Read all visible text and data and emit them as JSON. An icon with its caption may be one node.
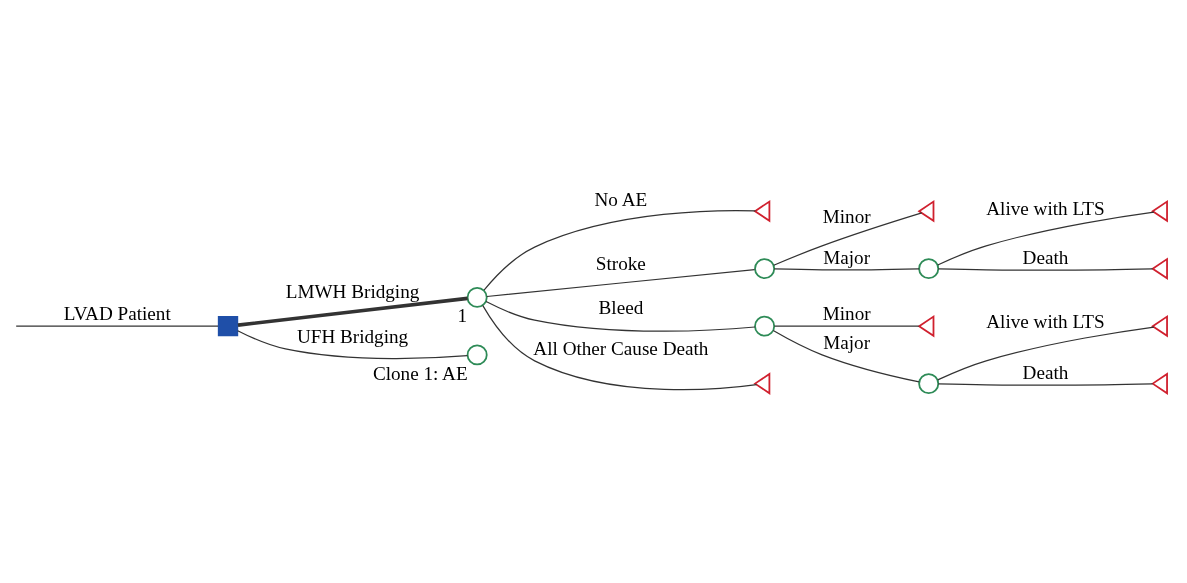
{
  "diagram": {
    "nodes": [
      {
        "text": [],
        "shape": "box"
      },
      {
        "text": [],
        "shape": "circle",
        "beside": [
          "1"
        ]
      },
      {
        "text": [],
        "shape": "triangle"
      },
      {
        "text": [],
        "shape": "circle"
      },
      {
        "text": [],
        "shape": "triangle"
      },
      {
        "text": [],
        "shape": "circle"
      },
      {
        "text": [],
        "shape": "triangle"
      },
      {
        "text": [],
        "shape": "triangle"
      },
      {
        "text": [],
        "shape": "circle"
      },
      {
        "text": [],
        "shape": "triangle"
      },
      {
        "text": [],
        "shape": "circle"
      },
      {
        "text": [],
        "shape": "triangle"
      },
      {
        "text": [],
        "shape": "triangle"
      },
      {
        "text": [],
        "shape": "triangle"
      },
      {
        "text": [],
        "shape": "circle",
        "beside": [
          "Clone 1: AE"
        ]
      }
    ],
    "edges": [
      {
        "from": null,
        "to": 0,
        "arrow": "none",
        "label": "LVAD Patient"
      },
      {
        "from": 0,
        "to": 1,
        "arrow": "none",
        "label": "LMWH Bridging",
        "style": "thick"
      },
      {
        "from": 1,
        "to": 2,
        "arrow": "none",
        "label": "No AE"
      },
      {
        "from": 1,
        "to": 3,
        "arrow": "none",
        "label": "Stroke"
      },
      {
        "from": 3,
        "to": 4,
        "arrow": "none",
        "label": "Minor"
      },
      {
        "from": 3,
        "to": 5,
        "arrow": "none",
        "label": "Major"
      },
      {
        "from": 5,
        "to": 6,
        "arrow": "none",
        "label": "Alive with LTS"
      },
      {
        "from": 5,
        "to": 7,
        "arrow": "none",
        "label": "Death"
      },
      {
        "from": 1,
        "to": 8,
        "arrow": "none",
        "label": "Bleed"
      },
      {
        "from": 8,
        "to": 9,
        "arrow": "none",
        "label": "Minor"
      },
      {
        "from": 8,
        "to": 10,
        "arrow": "none",
        "label": "Major"
      },
      {
        "from": 10,
        "to": 11,
        "arrow": "none",
        "label": "Alive with LTS"
      },
      {
        "from": 10,
        "to": 12,
        "arrow": "none",
        "label": "Death"
      },
      {
        "from": 1,
        "to": 13,
        "arrow": "none",
        "label": "All Other Cause Death"
      },
      {
        "from": 0,
        "to": 14,
        "arrow": "none",
        "label": "UFH Bridging"
      }
    ]
  }
}
